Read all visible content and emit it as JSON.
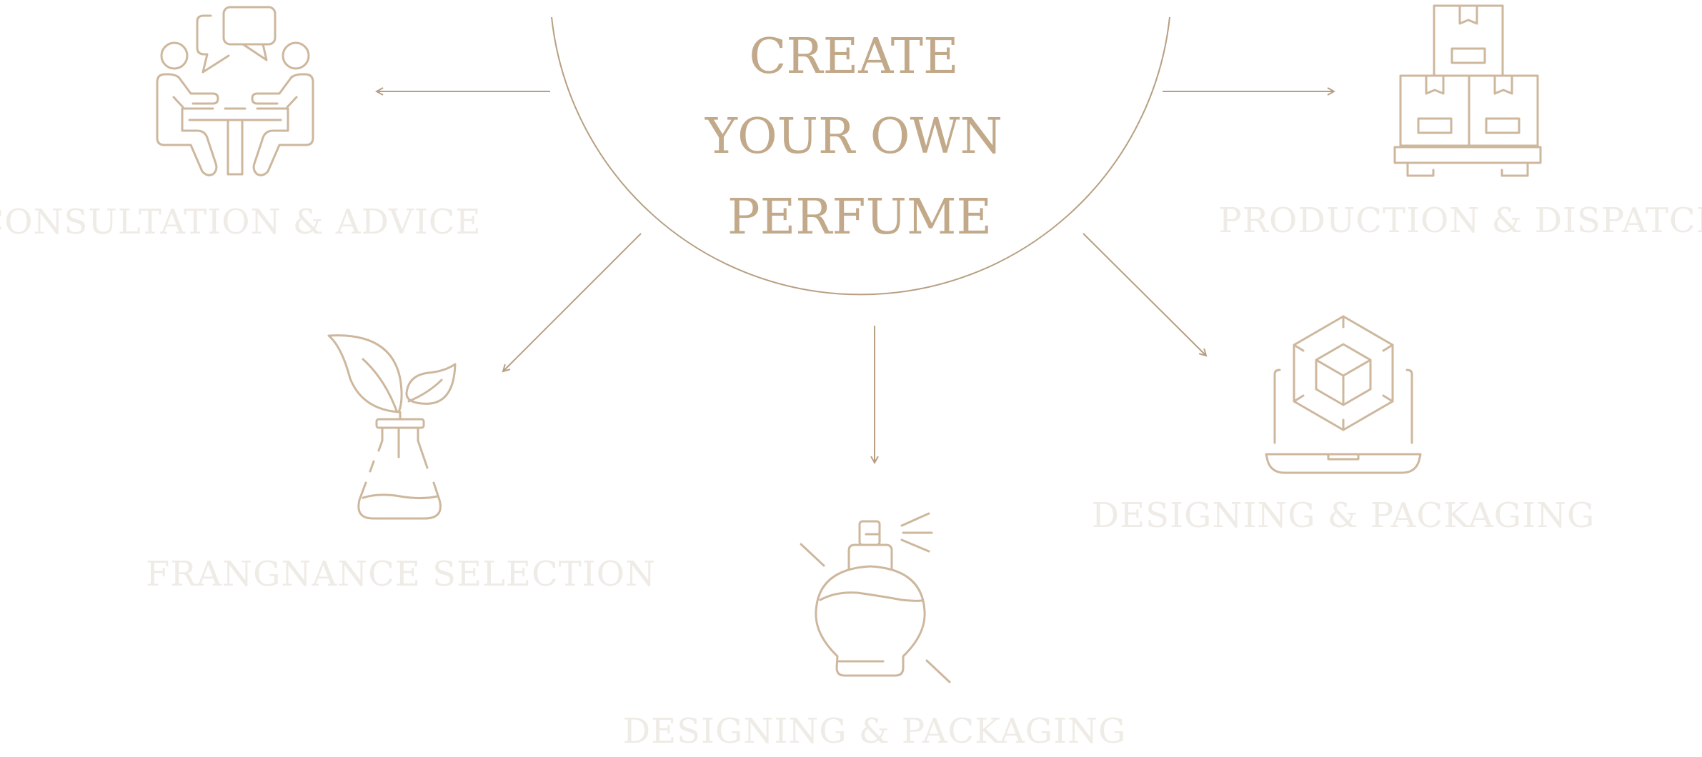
{
  "title": {
    "line1": "CREATE",
    "line2": "YOUR OWN",
    "line3": "PERFUME"
  },
  "steps": [
    {
      "label": "CONSULTATION & ADVICE",
      "icon": "consultation-icon"
    },
    {
      "label": "PRODUCTION & DISPATCH",
      "icon": "boxes-pallet-icon"
    },
    {
      "label": "FRANGNANCE SELECTION",
      "icon": "plant-flask-icon"
    },
    {
      "label": "DESIGNING & PACKAGING",
      "icon": "perfume-bottle-icon"
    },
    {
      "label": "DESIGNING & PACKAGING",
      "icon": "laptop-cube-icon"
    }
  ],
  "colors": {
    "accent": "#c2a98a",
    "icon": "#cdb79d",
    "label": "#efebe6",
    "line": "#b79f82"
  }
}
